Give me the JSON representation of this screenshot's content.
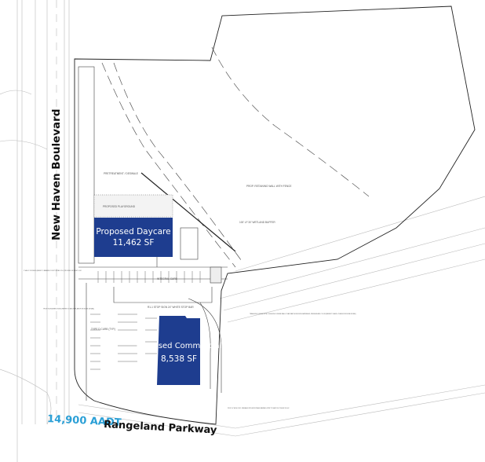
{
  "roads": {
    "west": "New Haven Boulevard",
    "south": "Rangeland Parkway",
    "south_traffic": "14,900 AADT"
  },
  "buildings": [
    {
      "name": "Proposed Daycare",
      "area": "11,462 SF"
    },
    {
      "name": "Proposed Commercial",
      "area": "8,538 SF"
    }
  ],
  "notes": {
    "retaining_wall": "PROP. RETAINING WALL WITH FENCE",
    "wetland_buffer": "100' LF 30' WETLAND BUFFER",
    "integral_curb": "INTEGRAL CURB",
    "stop_sign": "R1-1 STOP SIGN 24\" WHITE STOP BAR",
    "curb": "TYPE D CURB (TYP.)",
    "monument_sign": "PROP. MONUMENT SIGN (REFER TO ARCH. PLANS FOR MORE DETAIL)",
    "valley_crossing": "5' VALLEY CROSSING (REFER TO MANATEE COUNTY DETAIL 321-1) PROVIDED ON SHEET C-502",
    "trash": "TRASH ENCLOSURE WITH 6' HIGH ENCLOSURE WALLS THAT MATCH BUILDING MATERIALS, FINISHES AND COLOR (REFER TO ARCH. PLANS FOR MORE DETAIL)",
    "sidewalk": "PROP. 10' WIDE CONC. SIDEWALK WITH DETECTABLE WARNING STRIP TO MEET FDOT INDEX 522-002",
    "playground": "PROPOSED PLAYGROUND",
    "pretreatment": "PRETREATMENT / DESWALE"
  },
  "colors": {
    "building": "#1e3d8f",
    "aadt": "#2a9fd6",
    "linework": "#333333"
  }
}
